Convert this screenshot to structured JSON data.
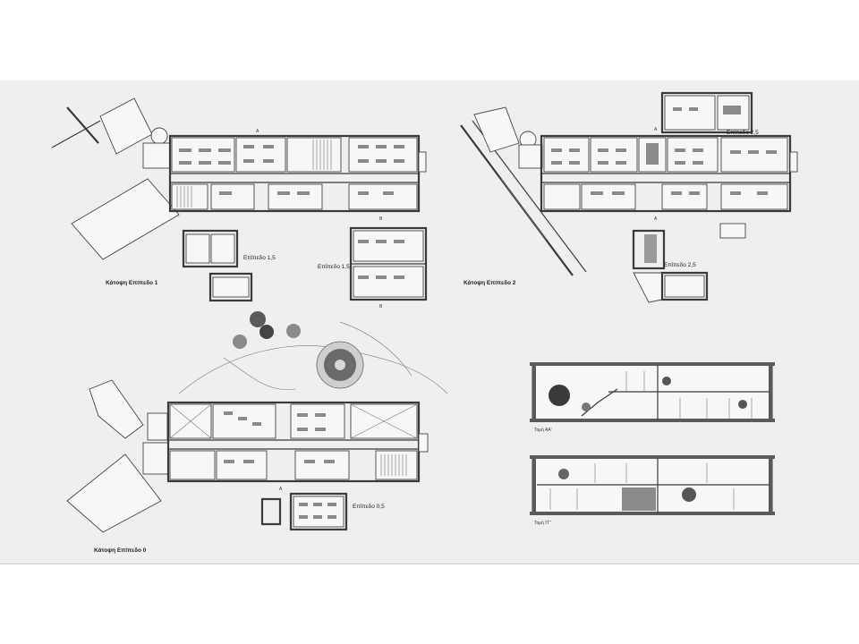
{
  "drawings": {
    "plan_level_1": {
      "title": "Κάτοψη Επίπεδο 1",
      "mezz_a": "Επίπεδο 1,5",
      "mezz_b": "Επίπεδο 1,5"
    },
    "plan_level_2": {
      "title": "Κάτοψη Επίπεδο 2",
      "mezz_top": "Επίπεδο 2,5",
      "mezz_bottom": "Επίπεδο 2,5"
    },
    "plan_level_0": {
      "title": "Κάτοψη Επίπεδο 0",
      "mezz": "Επίπεδο 0,5"
    },
    "section_aa": {
      "title": "Τομή ΑΑ'"
    },
    "section_gg": {
      "title": "Τομή ΓΓ'"
    }
  },
  "section_marks": {
    "a": "A",
    "b": "B"
  }
}
